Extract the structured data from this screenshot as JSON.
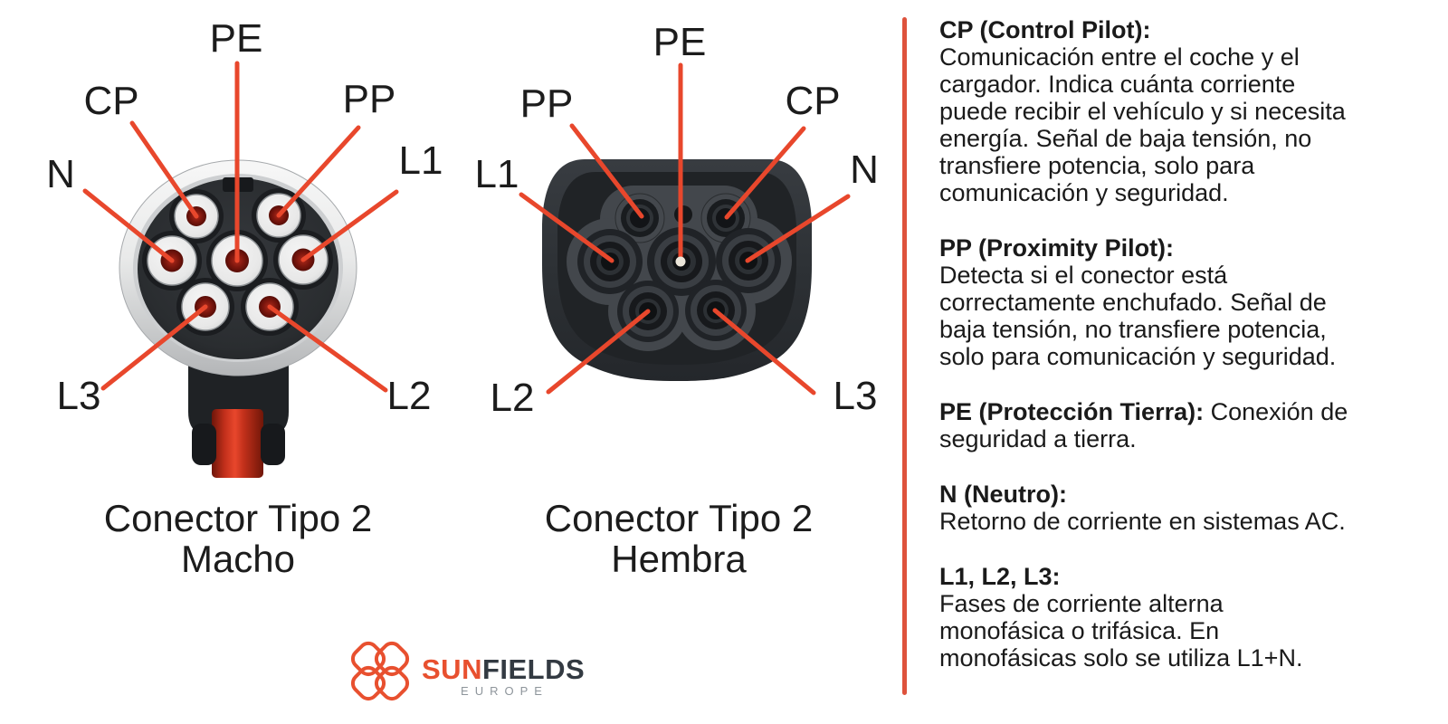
{
  "colors": {
    "accent": "#E8472C",
    "divider": "#DE523C",
    "text": "#1A1A1A",
    "label": "#1C1C1C",
    "logo-primary": "#E8502F",
    "logo-secondary": "#333A42",
    "logo-subtitle": "#8E959B",
    "background": "#FFFFFF"
  },
  "connectors": {
    "male": {
      "caption": "Conector Tipo 2\nMacho",
      "labels": {
        "pe": "PE",
        "cp": "CP",
        "pp": "PP",
        "n": "N",
        "l1": "L1",
        "l2": "L2",
        "l3": "L3"
      }
    },
    "female": {
      "caption": "Conector Tipo 2\nHembra",
      "labels": {
        "pe": "PE",
        "pp": "PP",
        "cp": "CP",
        "l1": "L1",
        "n": "N",
        "l2": "L2",
        "l3": "L3"
      }
    }
  },
  "legend": {
    "paragraphs": [
      {
        "heading": "CP (Control Pilot):",
        "body": "Comunicación entre el coche y el\ncargador. Indica cuánta corriente\npuede recibir el vehículo y si necesita\nenergía. Señal de baja tensión, no\ntransfiere potencia, solo para\ncomunicación y seguridad."
      },
      {
        "heading": "PP (Proximity Pilot):",
        "body": "Detecta si el conector está\ncorrectamente enchufado. Señal de\nbaja tensión, no transfiere potencia,\nsolo para comunicación y seguridad."
      },
      {
        "heading": "PE (Protección Tierra):",
        "body": "Conexión de\nseguridad a tierra."
      },
      {
        "heading": "N (Neutro):",
        "body": "Retorno de corriente en sistemas AC."
      },
      {
        "heading": "L1, L2, L3:",
        "body": "Fases de corriente alterna\nmonofásica o trifásica. En\nmonofásicas solo se utiliza L1+N."
      }
    ]
  },
  "logo": {
    "icon": "sunfields-flower-icon",
    "brand_primary": "SUN",
    "brand_secondary": "FIELDS",
    "subtitle": "EUROPE"
  }
}
